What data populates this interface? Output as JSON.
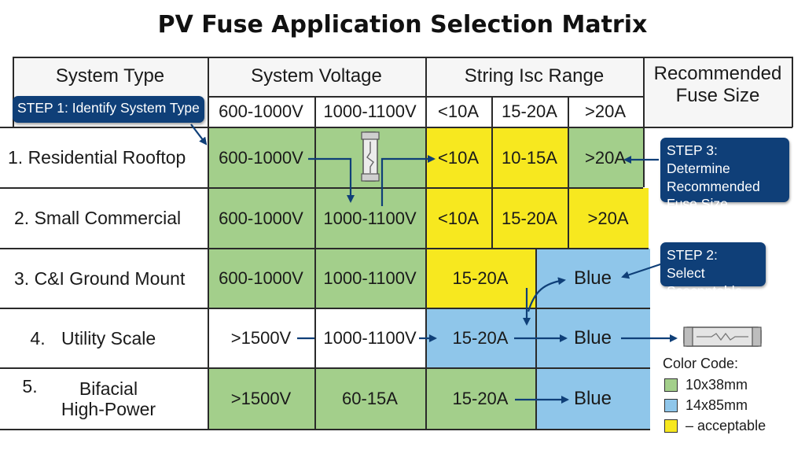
{
  "title": "PV Fuse Application Selection Matrix",
  "header": {
    "system_type": "System Type",
    "system_voltage": "System Voltage",
    "string_isc_range": "String Isc Range",
    "recommended": "Recommended Fuse Size",
    "sub_voltage": [
      "600-1000V",
      "1000-1100V"
    ],
    "sub_isc": [
      "<10A",
      "15-20A",
      ">20A"
    ]
  },
  "rows": [
    {
      "label": "1. Residential Rooftop",
      "cells": [
        "600-1000V",
        "",
        "<10A",
        "10-15A",
        ">20A"
      ]
    },
    {
      "label": "2. Small Commercial",
      "cells": [
        "600-1000V",
        "1000-1100V",
        "<10A",
        "15-20A",
        ">20A"
      ]
    },
    {
      "label": "3. C&I Ground Mount",
      "cells": [
        "600-1000V",
        "1000-1100V",
        "15-20A",
        "Blue"
      ]
    },
    {
      "label_num": "4.",
      "label_text": "Utility Scale",
      "cells": [
        ">1500V",
        "1000-1100V",
        "15-20A",
        "Blue"
      ]
    },
    {
      "label_num": "5.",
      "label_line1": "Bifacial",
      "label_line2": "High-Power",
      "cells": [
        ">1500V",
        "60-15A",
        "15-20A",
        "Blue"
      ]
    }
  ],
  "callouts": {
    "step1": "STEP 1: Identify System Type",
    "step2_line1": "STEP 2: Select",
    "step2_line2": "Scecpntable",
    "step3_line1": "STEP 3: Determine",
    "step3_line2": "Recommended",
    "step3_line3": "Fuse Size"
  },
  "legend": {
    "title": "Color Code:",
    "items": [
      {
        "label": "10x38mm",
        "color": "#a3cf8b"
      },
      {
        "label": "14x85mm",
        "color": "#8fc6ea"
      },
      {
        "label": "– acceptable",
        "color": "#f7e81f"
      }
    ]
  },
  "colors": {
    "green": "#a3cf8b",
    "yellow": "#f7e81f",
    "blue": "#8fc6ea",
    "callout": "#0f3f78"
  }
}
